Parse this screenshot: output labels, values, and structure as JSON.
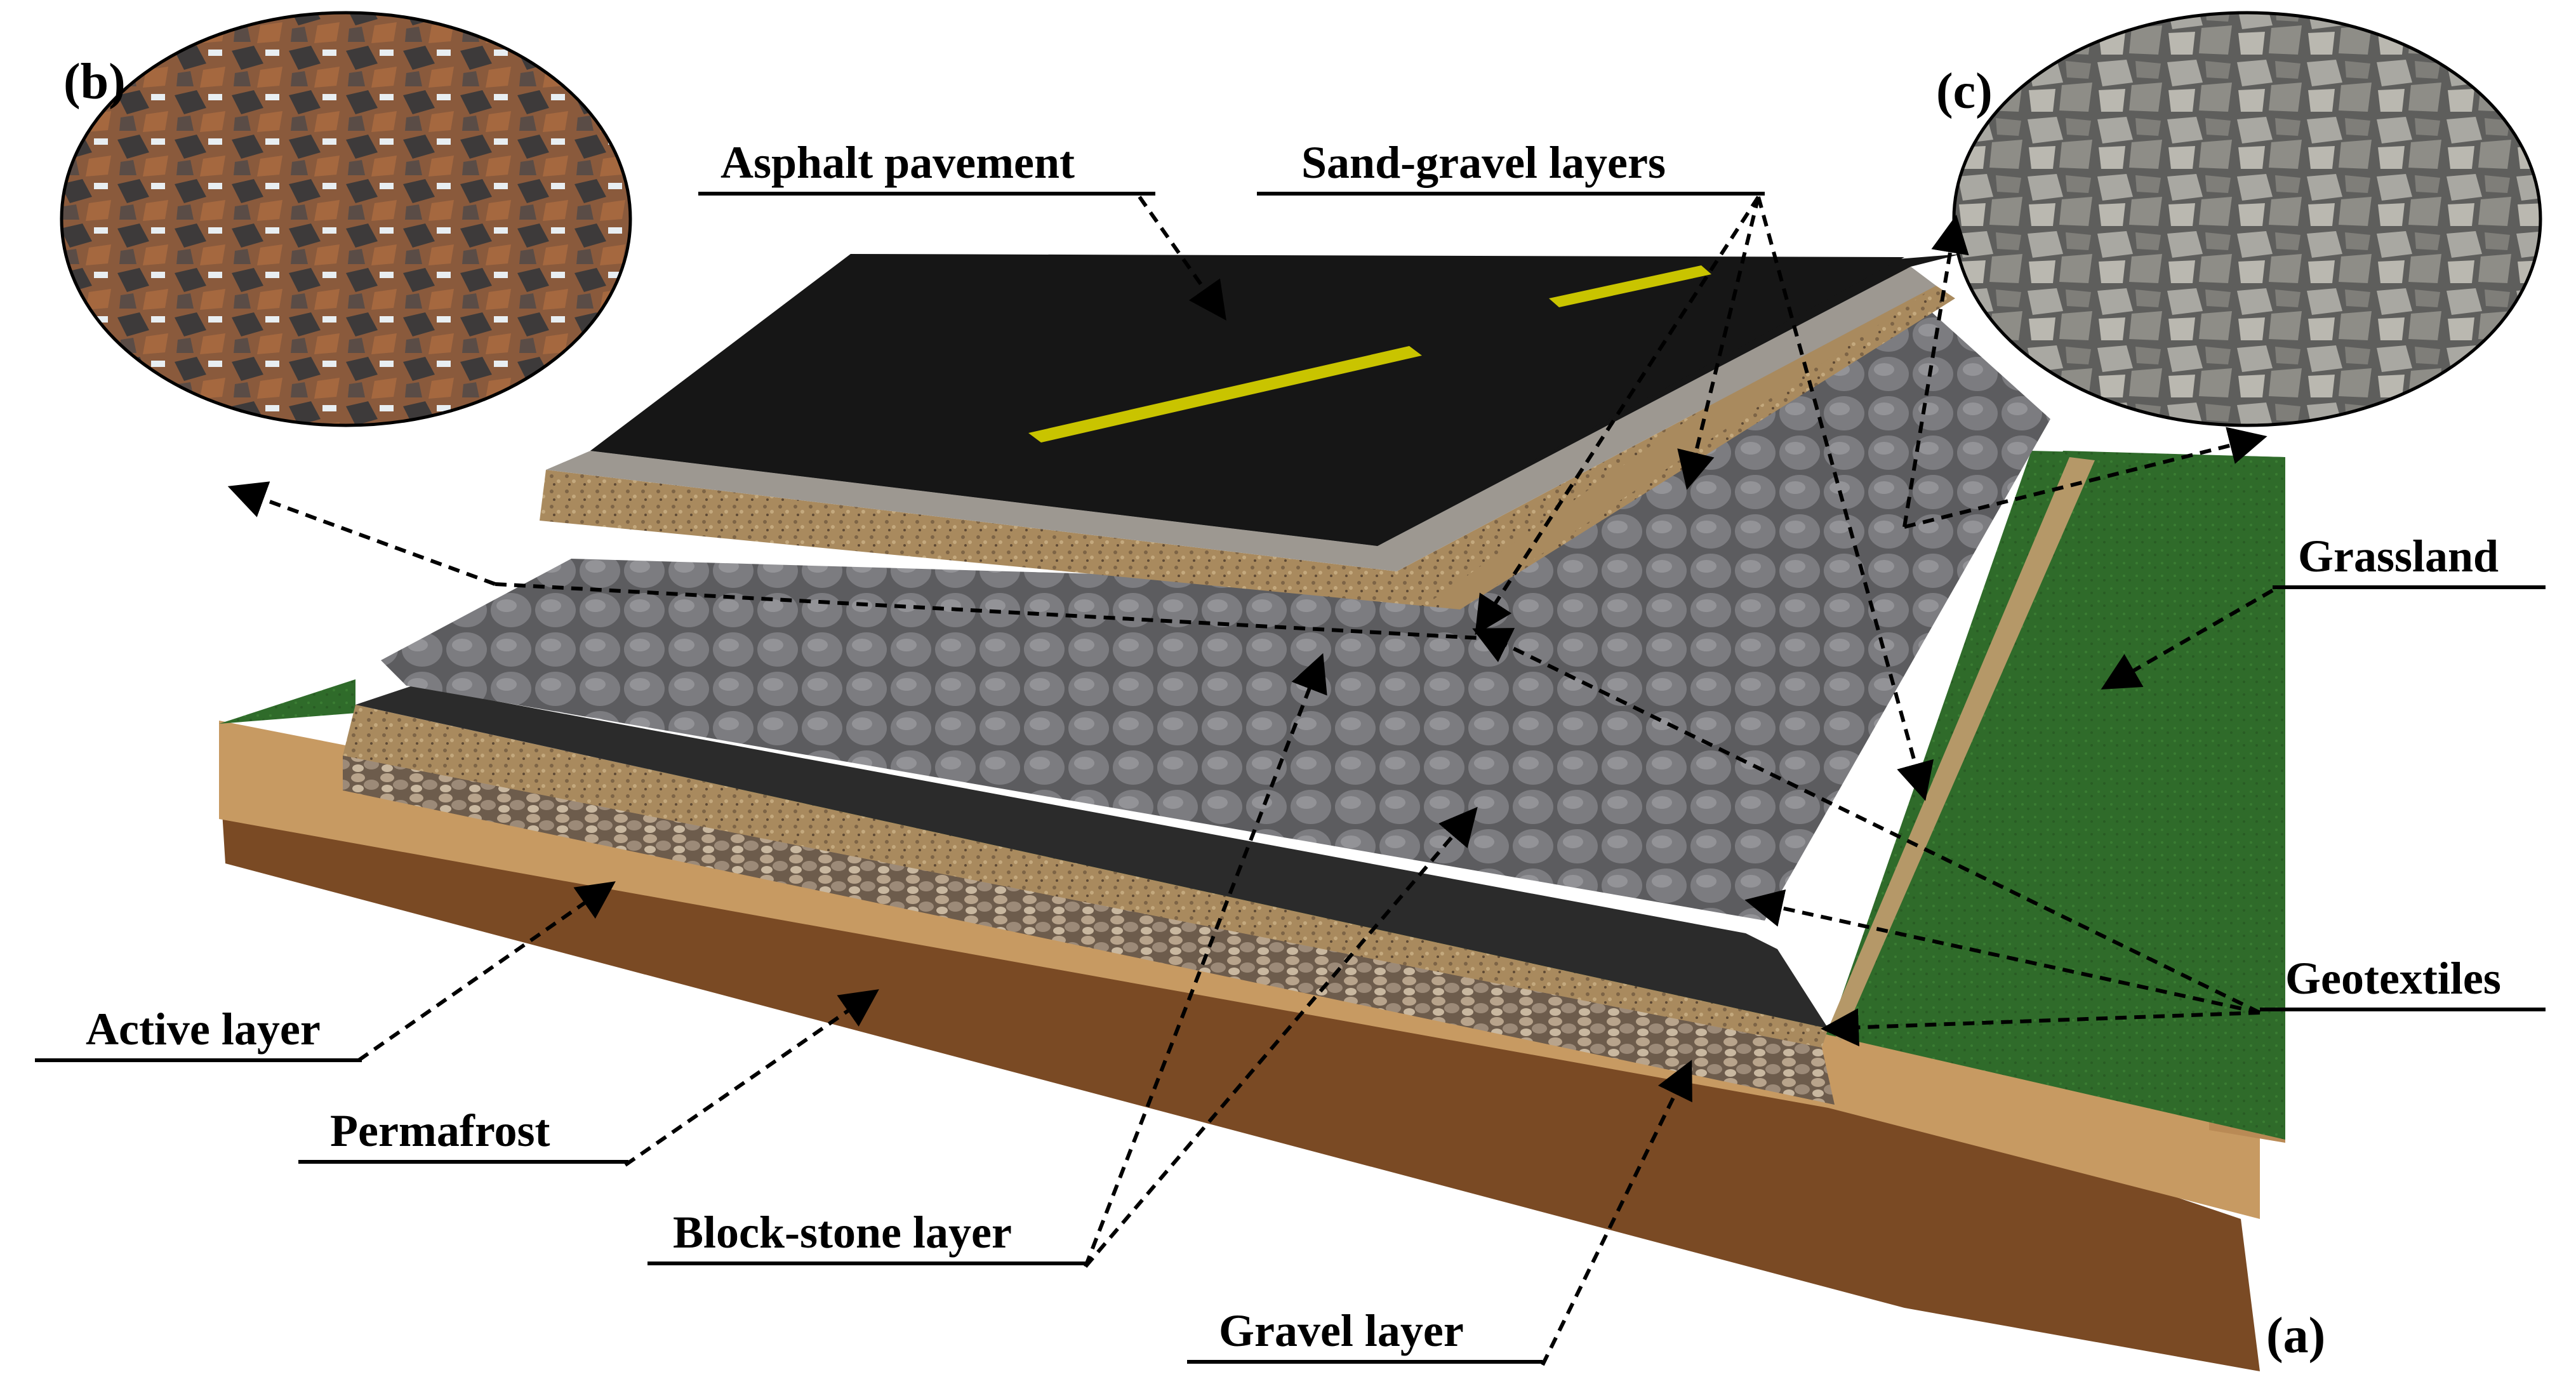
{
  "diagram": {
    "panel_tags": {
      "a": "(a)",
      "b": "(b)",
      "c": "(c)"
    },
    "labels": {
      "asphalt_pavement": "Asphalt pavement",
      "sand_gravel_layers": "Sand-gravel layers",
      "grassland": "Grassland",
      "geotextiles": "Geotextiles",
      "active_layer": "Active layer",
      "permafrost": "Permafrost",
      "block_stone_layer": "Block-stone layer",
      "gravel_layer": "Gravel layer"
    },
    "colors": {
      "asphalt": "#161616",
      "lane_marking": "#c9c400",
      "sand_gravel": "#a98a5e",
      "block_stone": "#6f6f72",
      "geotextile": "#2b2b2b",
      "grassland": "#2f6b2a",
      "active_layer": "#c79a62",
      "permafrost": "#7a4a24",
      "gravel": "#8d7a66",
      "rock_photo_b": "#8a5a3c",
      "rock_photo_c": "#9b9a94"
    }
  }
}
